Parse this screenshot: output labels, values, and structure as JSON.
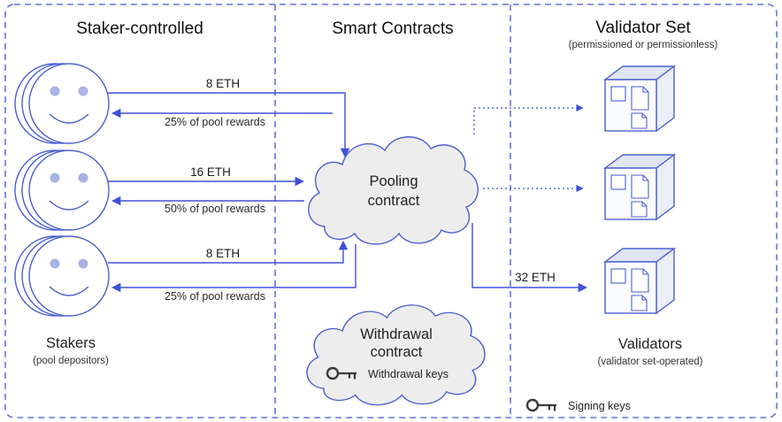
{
  "panels": {
    "staker_controlled": {
      "title": "Staker-controlled"
    },
    "smart_contracts": {
      "title": "Smart Contracts"
    },
    "validator_set": {
      "title": "Validator Set",
      "subtitle": "(permissioned or permissionless)"
    }
  },
  "stakers": {
    "label": "Stakers",
    "sublabel": "(pool depositors)"
  },
  "flows": [
    {
      "deposit": "8 ETH",
      "reward": "25% of pool rewards"
    },
    {
      "deposit": "16 ETH",
      "reward": "50% of pool rewards"
    },
    {
      "deposit": "8 ETH",
      "reward": "25% of pool rewards"
    }
  ],
  "pooling_contract": {
    "line1": "Pooling",
    "line2": "contract"
  },
  "withdrawal_contract": {
    "line1": "Withdrawal",
    "line2": "contract",
    "keys_label": "Withdrawal keys"
  },
  "validators": {
    "label": "Validators",
    "sublabel": "(validator set-operated)",
    "stake_label": "32 ETH",
    "signing_keys_label": "Signing keys"
  },
  "colors": {
    "panel_border": "#6472dd",
    "shape_stroke": "#4c5fd0",
    "arrow": "#3f51d6",
    "cloud_fill": "#ededed",
    "eye_fill": "#a9b3e4",
    "cube_top": "#dfe5f3",
    "cube_side": "#ebeef8",
    "key": "#3c3c3c"
  }
}
